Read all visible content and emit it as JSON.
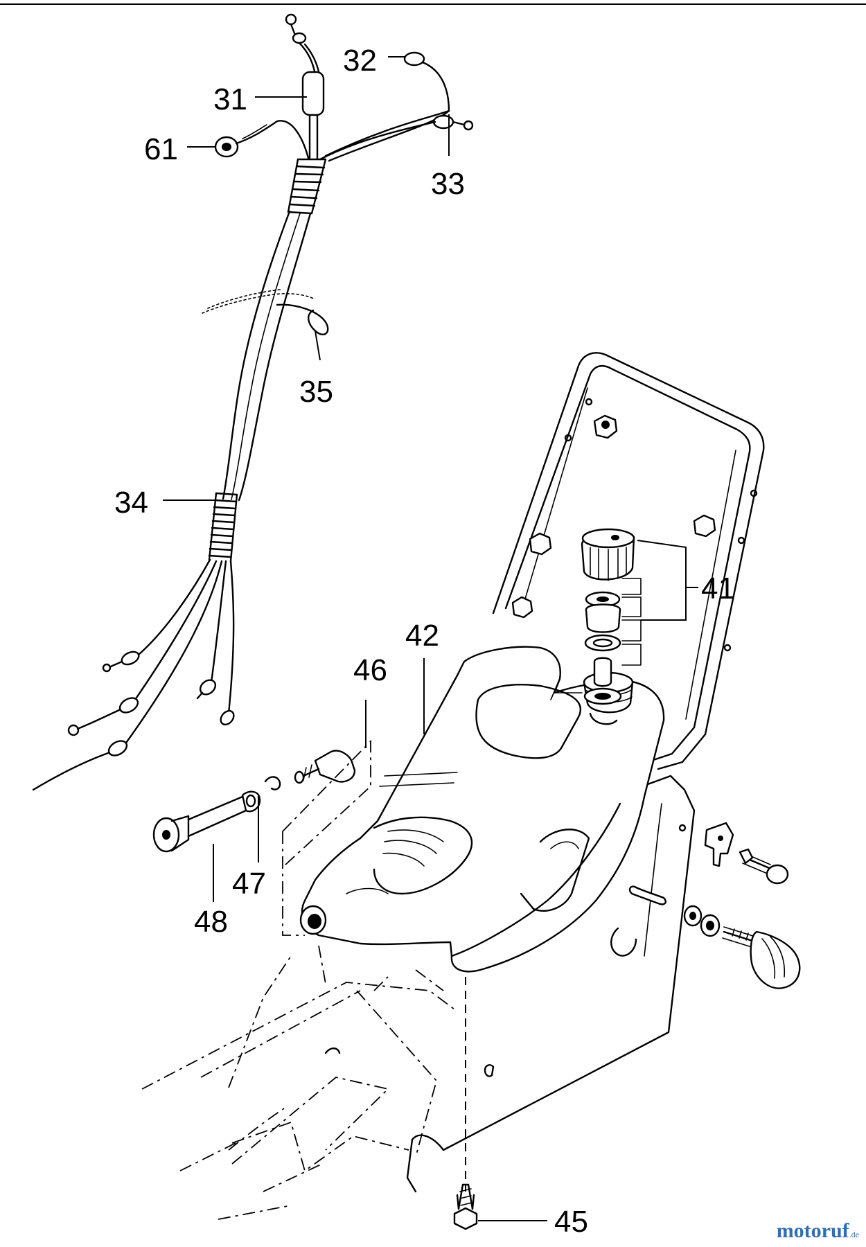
{
  "diagram": {
    "part_labels": {
      "p31": "31",
      "p32": "32",
      "p33": "33",
      "p34": "34",
      "p35": "35",
      "p41": "41",
      "p42": "42",
      "p45": "45",
      "p46": "46",
      "p47": "47",
      "p48": "48",
      "p61": "61"
    }
  },
  "watermark": {
    "brand": "motoruf",
    "tld": ".de",
    "color": "#2f6db5"
  }
}
